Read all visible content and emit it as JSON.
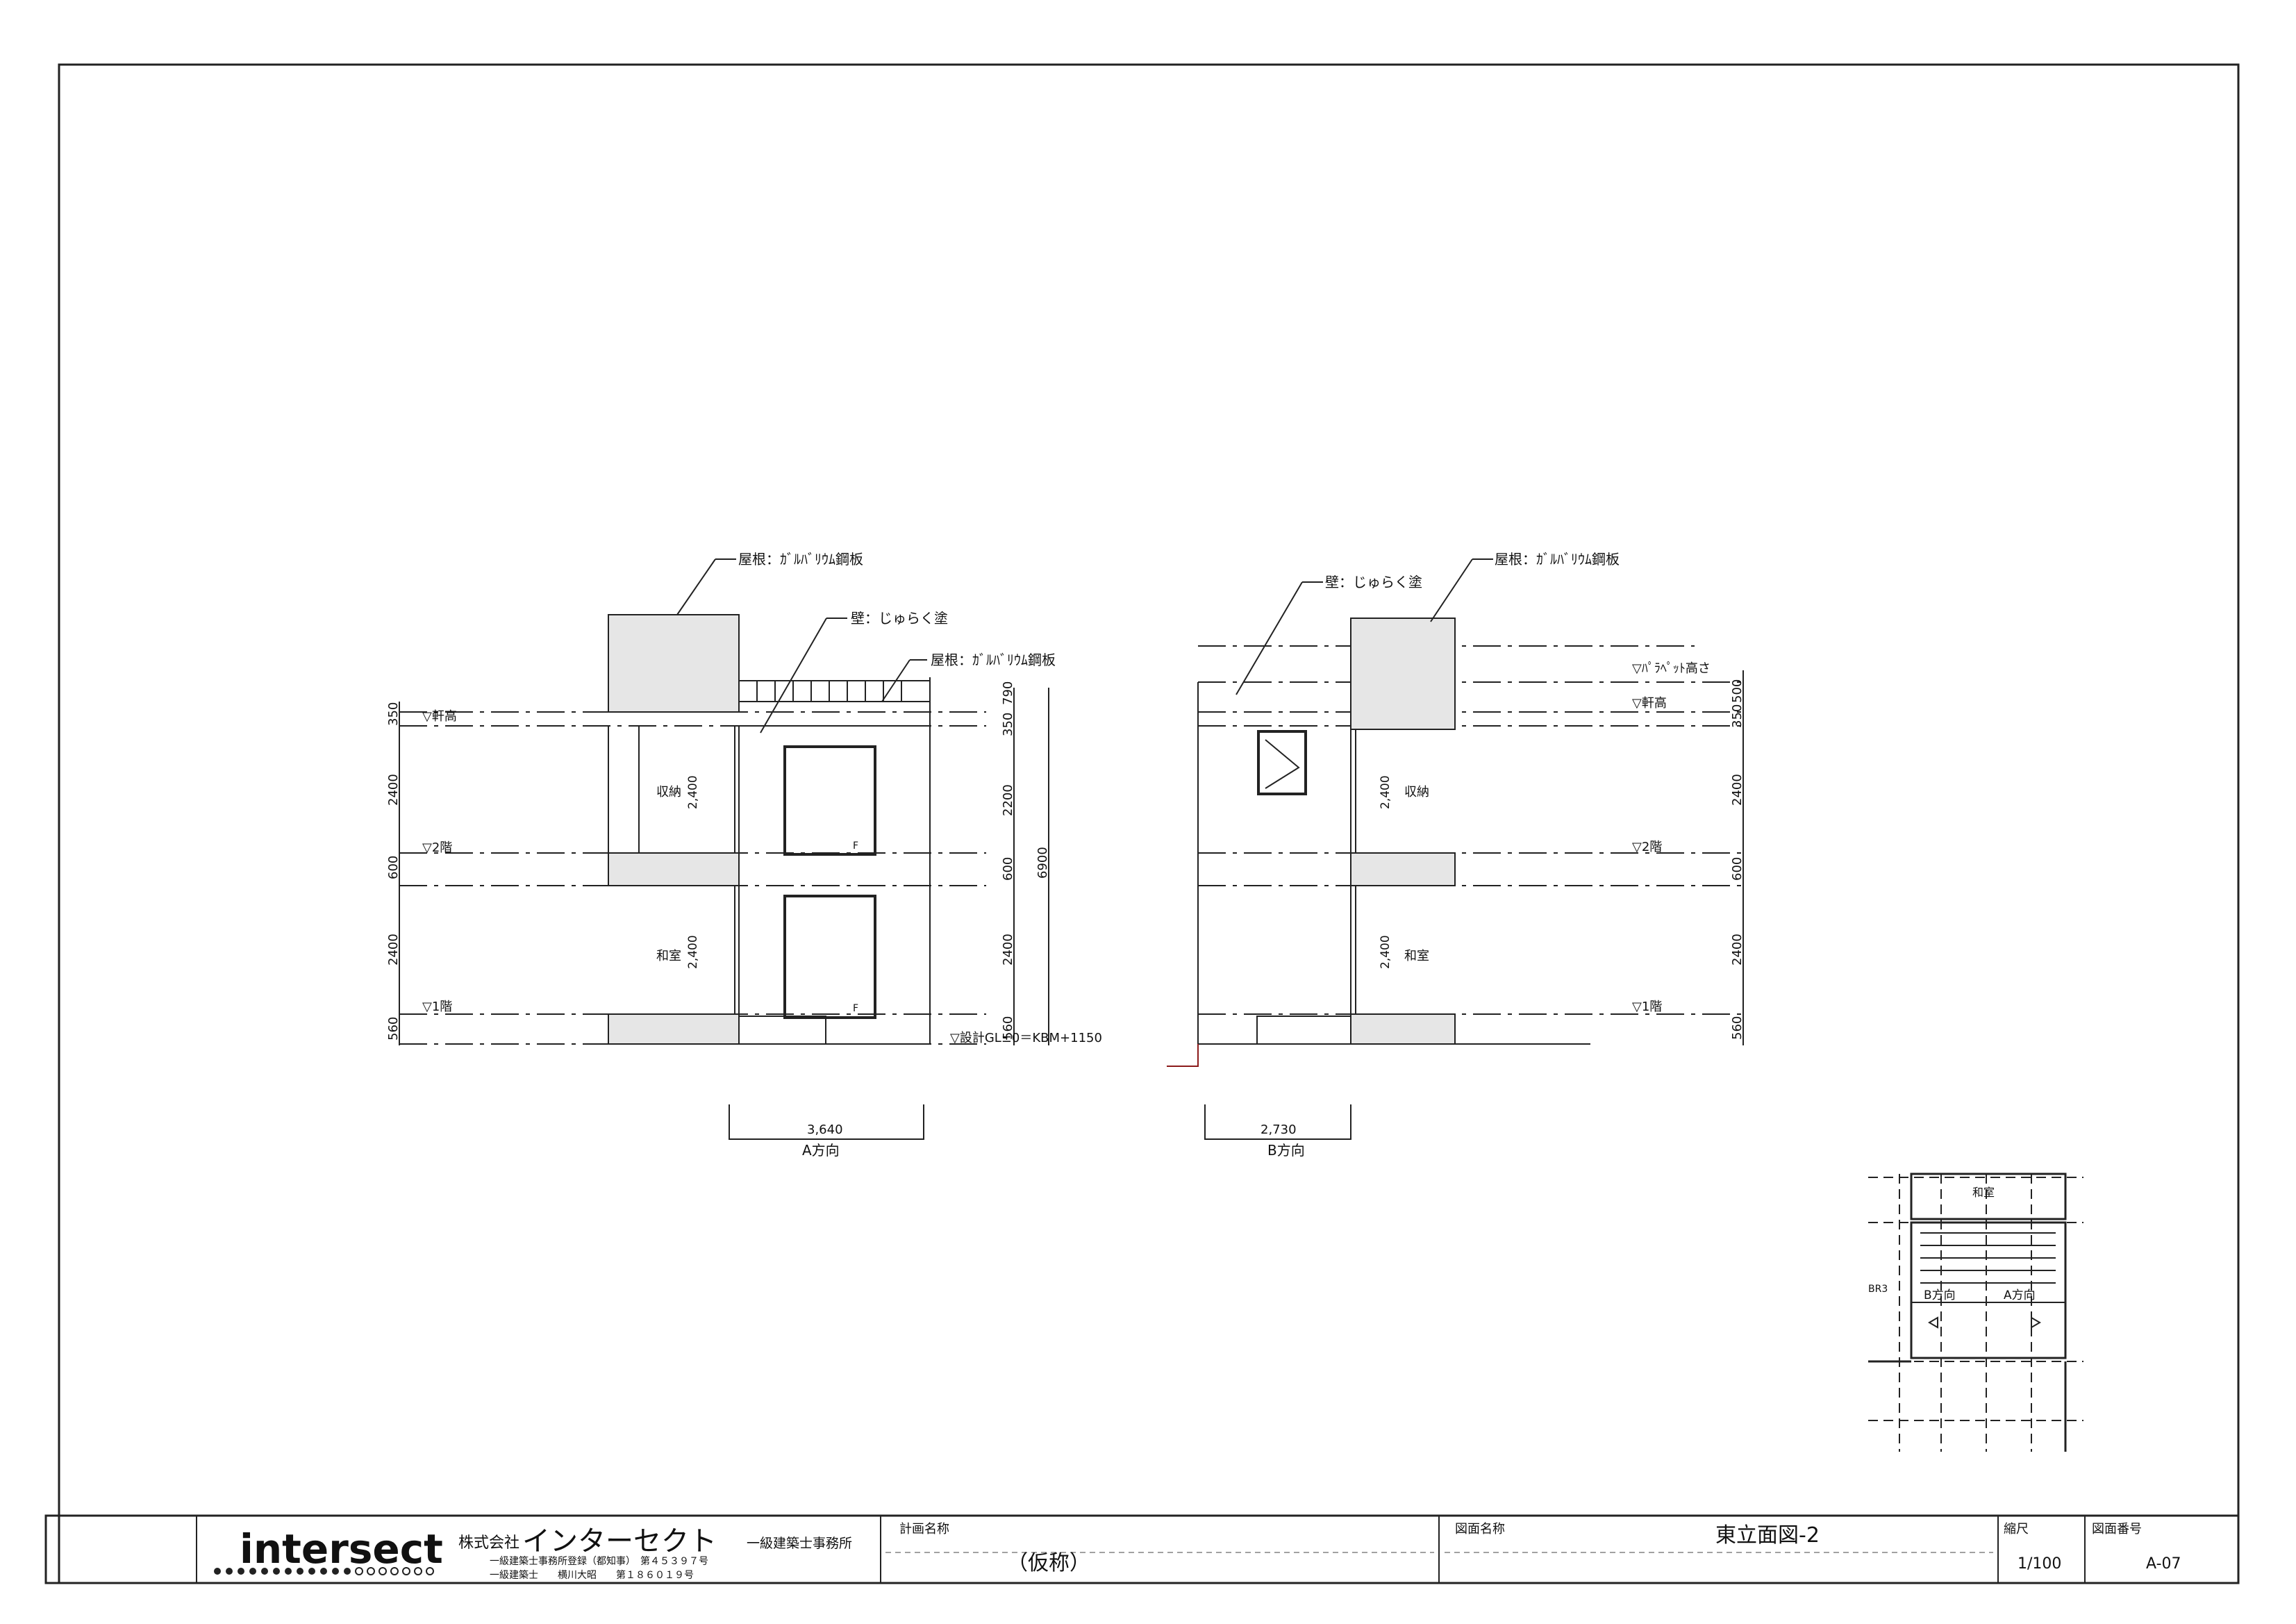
{
  "elevation_a": {
    "roof_label": "屋根：ｶﾞﾙﾊﾞﾘｳﾑ鋼板",
    "wall_label": "壁：じゅらく塗",
    "roof2_label": "屋根：ｶﾞﾙﾊﾞﾘｳﾑ鋼板",
    "eaves": "▽軒高",
    "floor2": "▽2階",
    "floor1": "▽1階",
    "gl": "▽設計GL±0＝KBM+1150",
    "room_upper": "収納",
    "room_lower": "和室",
    "ceil_upper": "2,400",
    "ceil_lower": "2,400",
    "door_upper_mark": "F",
    "door_lower_mark": "F",
    "left_dims": [
      "350",
      "2400",
      "600",
      "2400",
      "560"
    ],
    "right_dims": [
      "790",
      "350",
      "2200",
      "600",
      "2400",
      "560"
    ],
    "total": "6900",
    "width": "3,640",
    "direction": "A方向"
  },
  "elevation_b": {
    "wall_label": "壁：じゅらく塗",
    "roof_label": "屋根：ｶﾞﾙﾊﾞﾘｳﾑ鋼板",
    "parapet": "▽ﾊﾟﾗﾍﾟｯﾄ高さ",
    "eaves": "▽軒高",
    "floor2": "▽2階",
    "floor1": "▽1階",
    "room_upper": "収納",
    "room_lower": "和室",
    "ceil_upper": "2,400",
    "ceil_lower": "2,400",
    "right_dims": [
      "350",
      "500",
      "2400",
      "600",
      "2400",
      "560"
    ],
    "width": "2,730",
    "direction": "B方向"
  },
  "keyplan": {
    "room": "和室",
    "br": "BR3",
    "dir_b": "B方向",
    "dir_a": "A方向"
  },
  "title_block": {
    "logo": "intersect",
    "company_prefix": "株式会社",
    "company_name": "インターセクト",
    "company_suffix": "一級建築士事務所",
    "reg_line1": "一級建築士事務所登録（都知事）　第４５３９７号",
    "reg_line2": "一級建築士　　横川大昭　　第１８６０１９号",
    "project_label": "計画名称",
    "project_value": "（仮称）",
    "drawing_label": "図面名称",
    "drawing_value": "東立面図-2",
    "scale_label": "縮尺",
    "scale_value": "1/100",
    "number_label": "図面番号",
    "number_value": "A-07"
  }
}
